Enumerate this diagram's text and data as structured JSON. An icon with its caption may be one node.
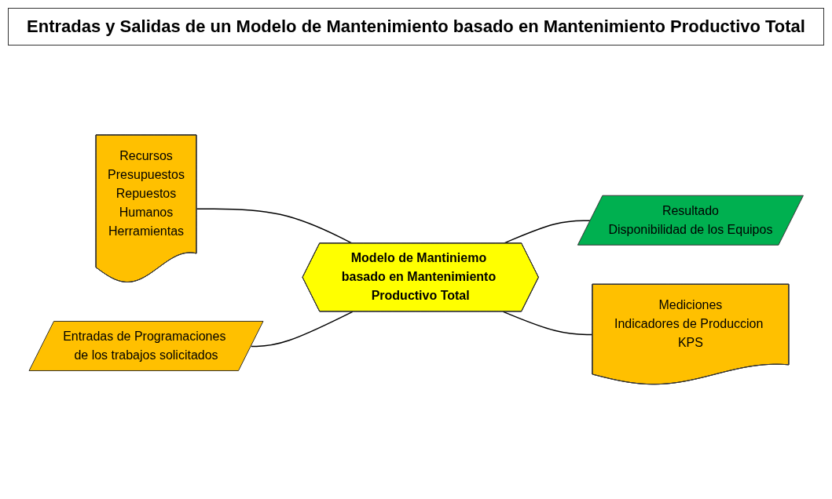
{
  "diagram": {
    "title": "Entradas y Salidas de un Modelo de Mantenimiento basado en Mantenimiento Productivo Total",
    "nodes": [
      {
        "text": [
          "Recursos",
          "Presupuestos",
          "Repuestos",
          "Humanos",
          "Herramientas"
        ]
      },
      {
        "text": [
          "Entradas de Programaciones de los trabajos solicitados"
        ]
      },
      {
        "text": [
          "Modelo de Mantiniemo basado en Mantenimiento Productivo Total"
        ]
      },
      {
        "text": [
          "Resultado",
          "Disponibilidad de los Equipos"
        ]
      },
      {
        "text": [
          "Mediciones",
          "Indicadores de Produccion KPS"
        ]
      }
    ],
    "edges": [
      {
        "from": 0,
        "to": 2,
        "arrow": "none"
      },
      {
        "from": 1,
        "to": 2,
        "arrow": "none"
      },
      {
        "from": 2,
        "to": 3,
        "arrow": "none"
      },
      {
        "from": 2,
        "to": 4,
        "arrow": "none"
      }
    ]
  }
}
